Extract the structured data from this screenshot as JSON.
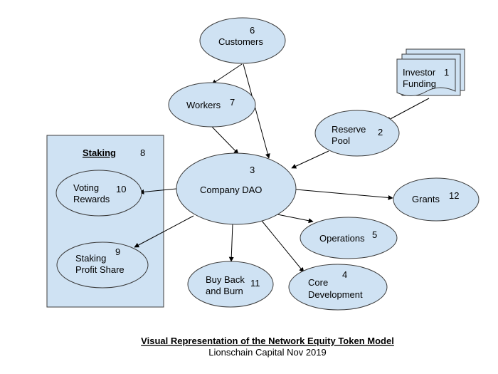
{
  "nodes": {
    "customers": {
      "number": "6",
      "label": [
        "Customers"
      ]
    },
    "investor_funding": {
      "number": "1",
      "label": [
        "Investor",
        "Funding"
      ]
    },
    "workers": {
      "number": "7",
      "label": [
        "Workers"
      ]
    },
    "reserve_pool": {
      "number": "2",
      "label": [
        "Reserve",
        "Pool"
      ]
    },
    "staking": {
      "number": "8",
      "label": [
        "Staking"
      ]
    },
    "company_dao": {
      "number": "3",
      "label": [
        "Company DAO"
      ]
    },
    "voting_rewards": {
      "number": "10",
      "label": [
        "Voting",
        "Rewards"
      ]
    },
    "grants": {
      "number": "12",
      "label": [
        "Grants"
      ]
    },
    "operations": {
      "number": "5",
      "label": [
        "Operations"
      ]
    },
    "staking_profit_share": {
      "number": "9",
      "label": [
        "Staking",
        "Profit Share"
      ]
    },
    "buy_back_and_burn": {
      "number": "11",
      "label": [
        "Buy Back",
        "and Burn"
      ]
    },
    "core_development": {
      "number": "4",
      "label": [
        "Core",
        "Development"
      ]
    }
  },
  "edges": [
    {
      "from": "customers",
      "to": "workers"
    },
    {
      "from": "customers",
      "to": "company_dao"
    },
    {
      "from": "workers",
      "to": "company_dao"
    },
    {
      "from": "investor_funding",
      "to": "reserve_pool"
    },
    {
      "from": "reserve_pool",
      "to": "company_dao"
    },
    {
      "from": "company_dao",
      "to": "voting_rewards"
    },
    {
      "from": "company_dao",
      "to": "grants"
    },
    {
      "from": "company_dao",
      "to": "operations"
    },
    {
      "from": "company_dao",
      "to": "staking_profit_share"
    },
    {
      "from": "company_dao",
      "to": "buy_back_and_burn"
    },
    {
      "from": "company_dao",
      "to": "core_development"
    }
  ],
  "caption": {
    "title": "Visual Representation of the Network Equity Token Model",
    "subtitle": "Lionschain Capital Nov 2019"
  },
  "colors": {
    "node_fill": "#cfe2f3",
    "stroke": "#3c3c3c"
  }
}
